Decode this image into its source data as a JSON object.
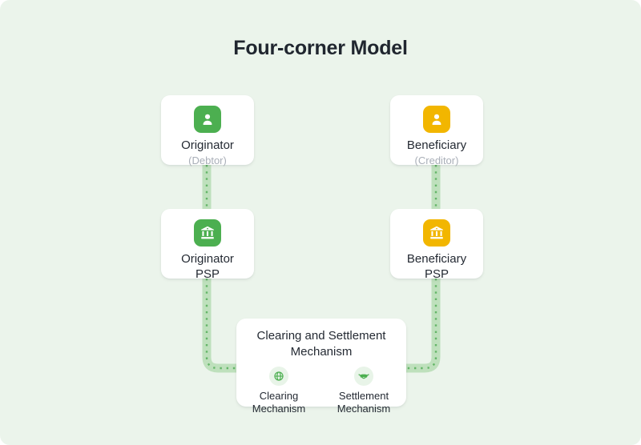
{
  "title": "Four-corner Model",
  "colors": {
    "background": "#EBF4EB",
    "connector_band": "#BEE0BC",
    "connector_dots": "#63B567",
    "green": "#4CAF50",
    "yellow": "#F2B600",
    "icon_circle_bg": "#E8F4E8"
  },
  "nodes": {
    "originator": {
      "label": "Originator",
      "sublabel": "(Debtor)",
      "icon": "user-icon"
    },
    "beneficiary": {
      "label": "Beneficiary",
      "sublabel": "(Creditor)",
      "icon": "user-icon"
    },
    "originator_psp": {
      "label": "Originator PSP",
      "icon": "bank-icon"
    },
    "beneficiary_psp": {
      "label": "Beneficiary PSP",
      "icon": "bank-icon"
    },
    "csm": {
      "title": "Clearing and Settlement Mechanism",
      "items": [
        {
          "label": "Clearing Mechanism",
          "icon": "globe-icon"
        },
        {
          "label": "Settlement Mechanism",
          "icon": "handshake-icon"
        }
      ]
    }
  }
}
